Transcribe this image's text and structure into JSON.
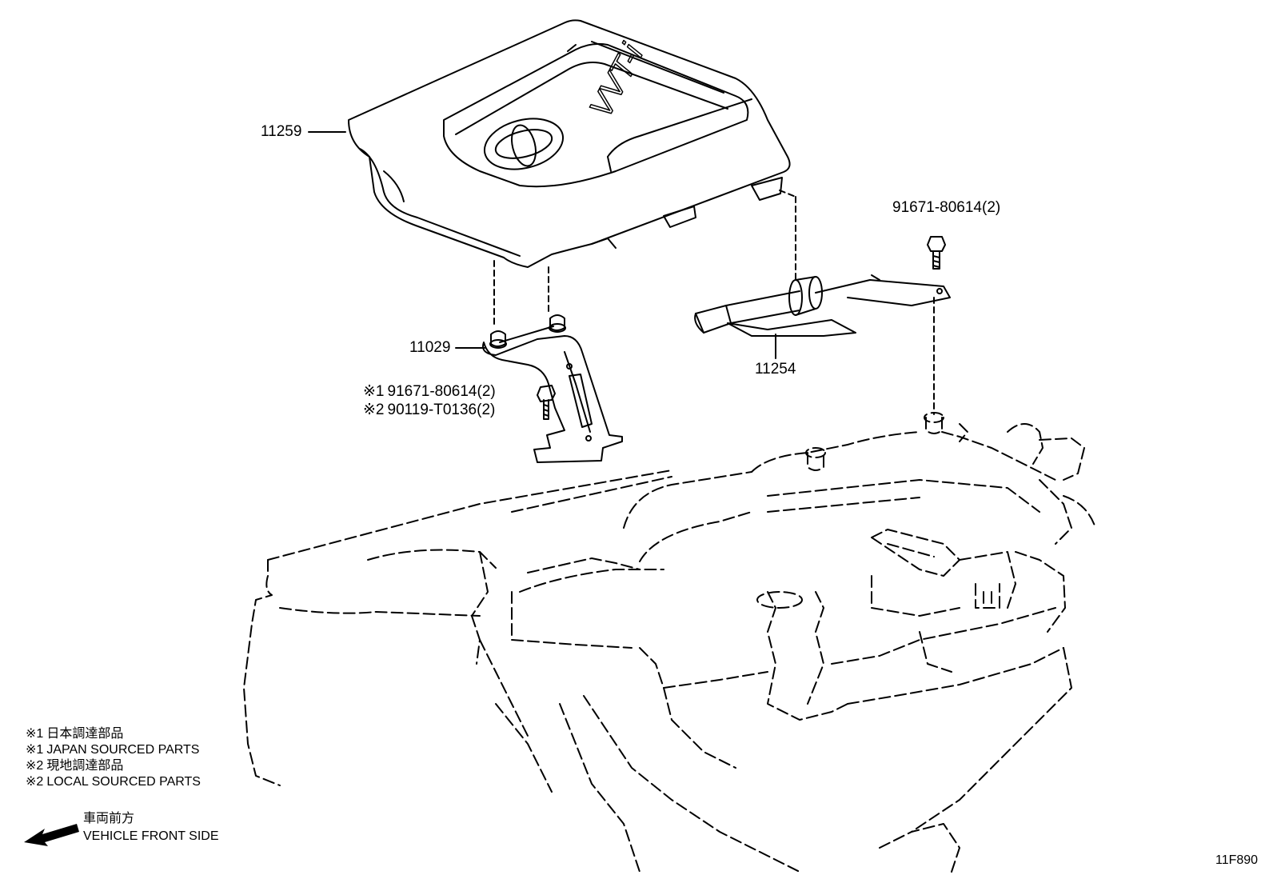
{
  "diagram_code": "11F890",
  "parts": {
    "cover": "11259",
    "bracket_left": "11029",
    "bracket_right": "11254",
    "bolt_top": "91671-80614(2)",
    "bolt_left_1": "91671-80614(2)",
    "bolt_left_2": "90119-T0136(2)",
    "marker_1": "※1",
    "marker_2": "※2"
  },
  "cover_emblem_text": "VVT-i",
  "legend": {
    "items": [
      {
        "marker": "※1",
        "text": "日本調達部品"
      },
      {
        "marker": "※1",
        "text": "JAPAN SOURCED PARTS"
      },
      {
        "marker": "※2",
        "text": "現地調達部品"
      },
      {
        "marker": "※2",
        "text": "LOCAL SOURCED PARTS"
      }
    ]
  },
  "direction": {
    "line1": "車両前方",
    "line2": "VEHICLE FRONT SIDE"
  },
  "colors": {
    "ink": "#000000",
    "paper": "#ffffff"
  }
}
